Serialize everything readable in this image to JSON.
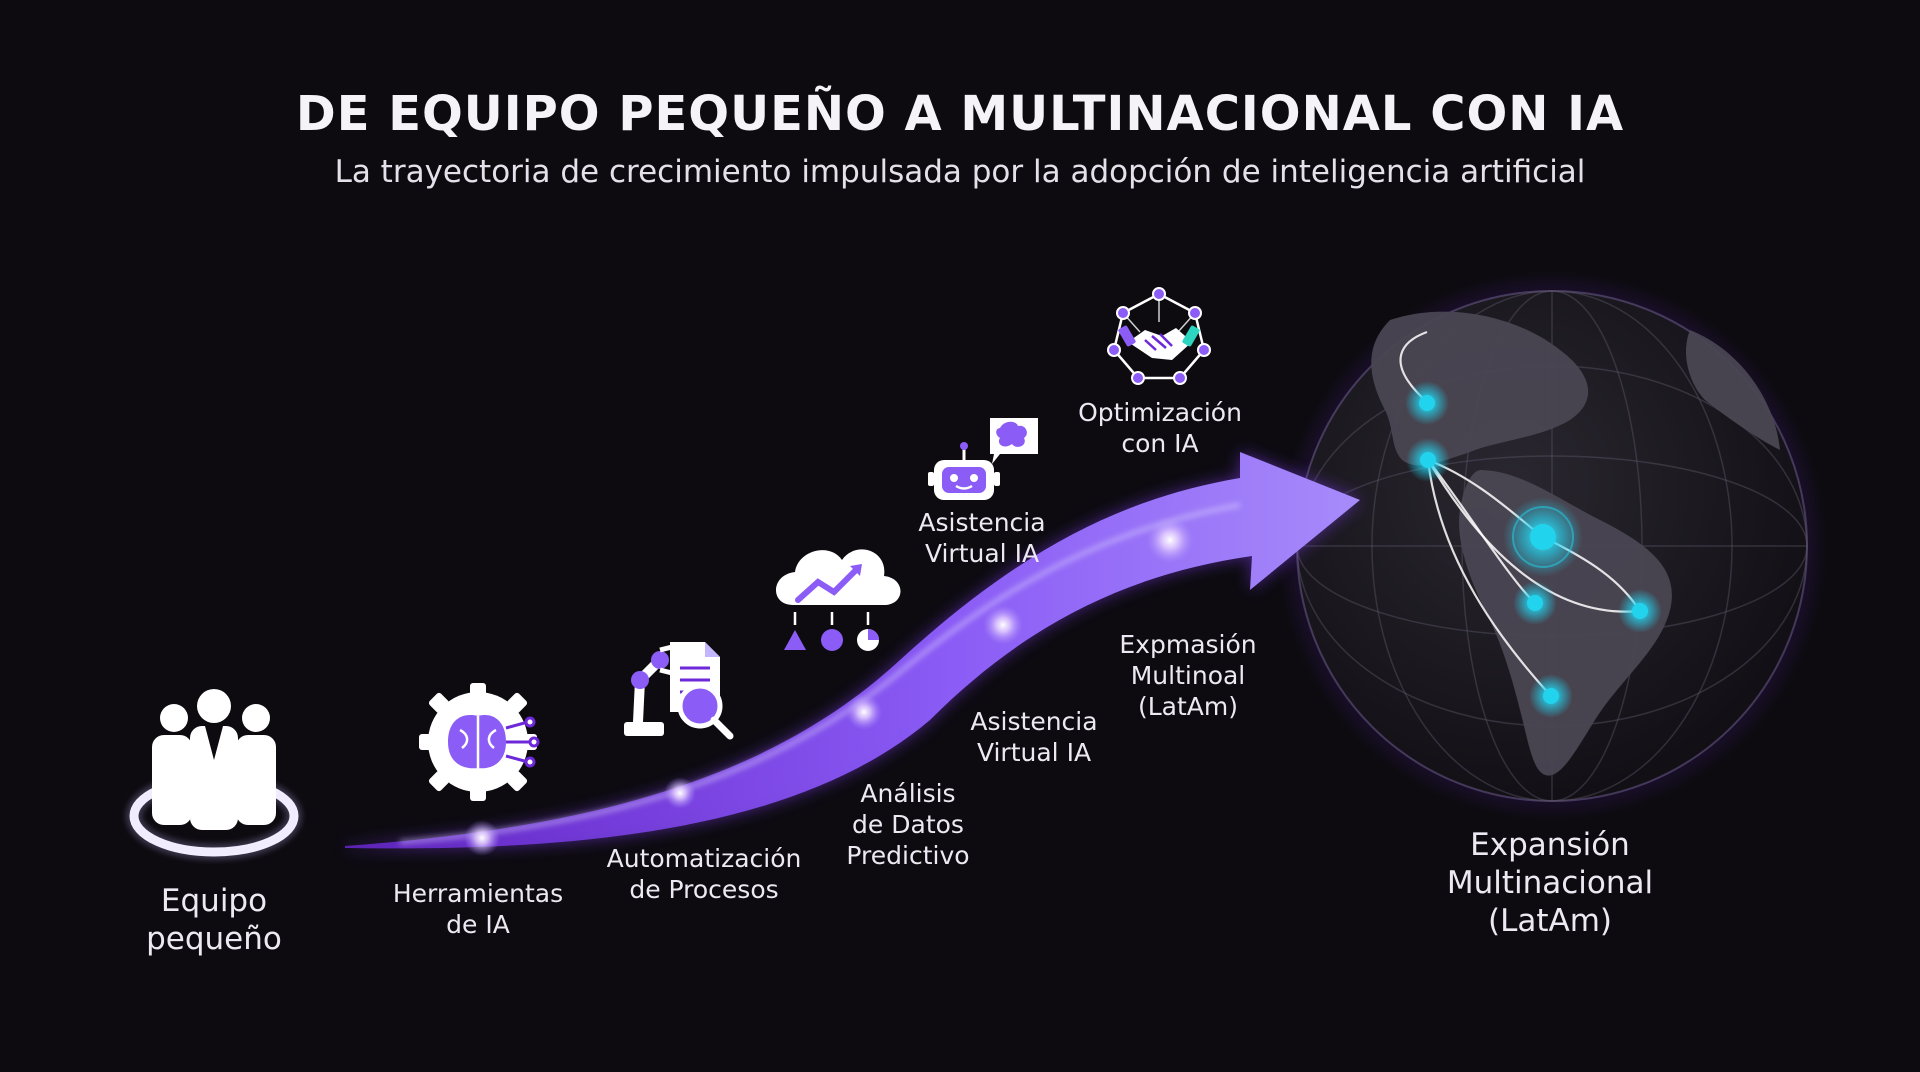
{
  "header": {
    "title": "DE EQUIPO PEQUEÑO A MULTINACIONAL CON IA",
    "subtitle": "La trayectoria de crecimiento impulsada por la adopción de inteligencia artificial"
  },
  "stages": {
    "start": "Equipo\npequeño",
    "tools": "Herramientas\nde IA",
    "automation": "Automatización\nde Procesos",
    "analysis": "Análisis\nde Datos\nPredictivo",
    "assistant_lower": "Asistencia\nVirtual IA",
    "expansion_lower": "Expmasión\nMultinoal\n(LatAm)",
    "assistant_upper": "Asistencia\nVirtual IA",
    "optimization": "Optimización\ncon IA",
    "end": "Expansión\nMultinacional\n(LatAm)"
  },
  "icons": {
    "team": "team-group-icon",
    "tools": "brain-gear-icon",
    "automation": "robot-arm-document-icon",
    "analysis": "cloud-analytics-icon",
    "assistant": "chatbot-robot-icon",
    "optimization": "handshake-network-icon",
    "globe": "globe-latam-icon"
  },
  "colors": {
    "background": "#0d0b10",
    "accent_purple": "#8b5cf6",
    "glow_purple": "#a78bfa",
    "node_cyan": "#22d3ee"
  }
}
